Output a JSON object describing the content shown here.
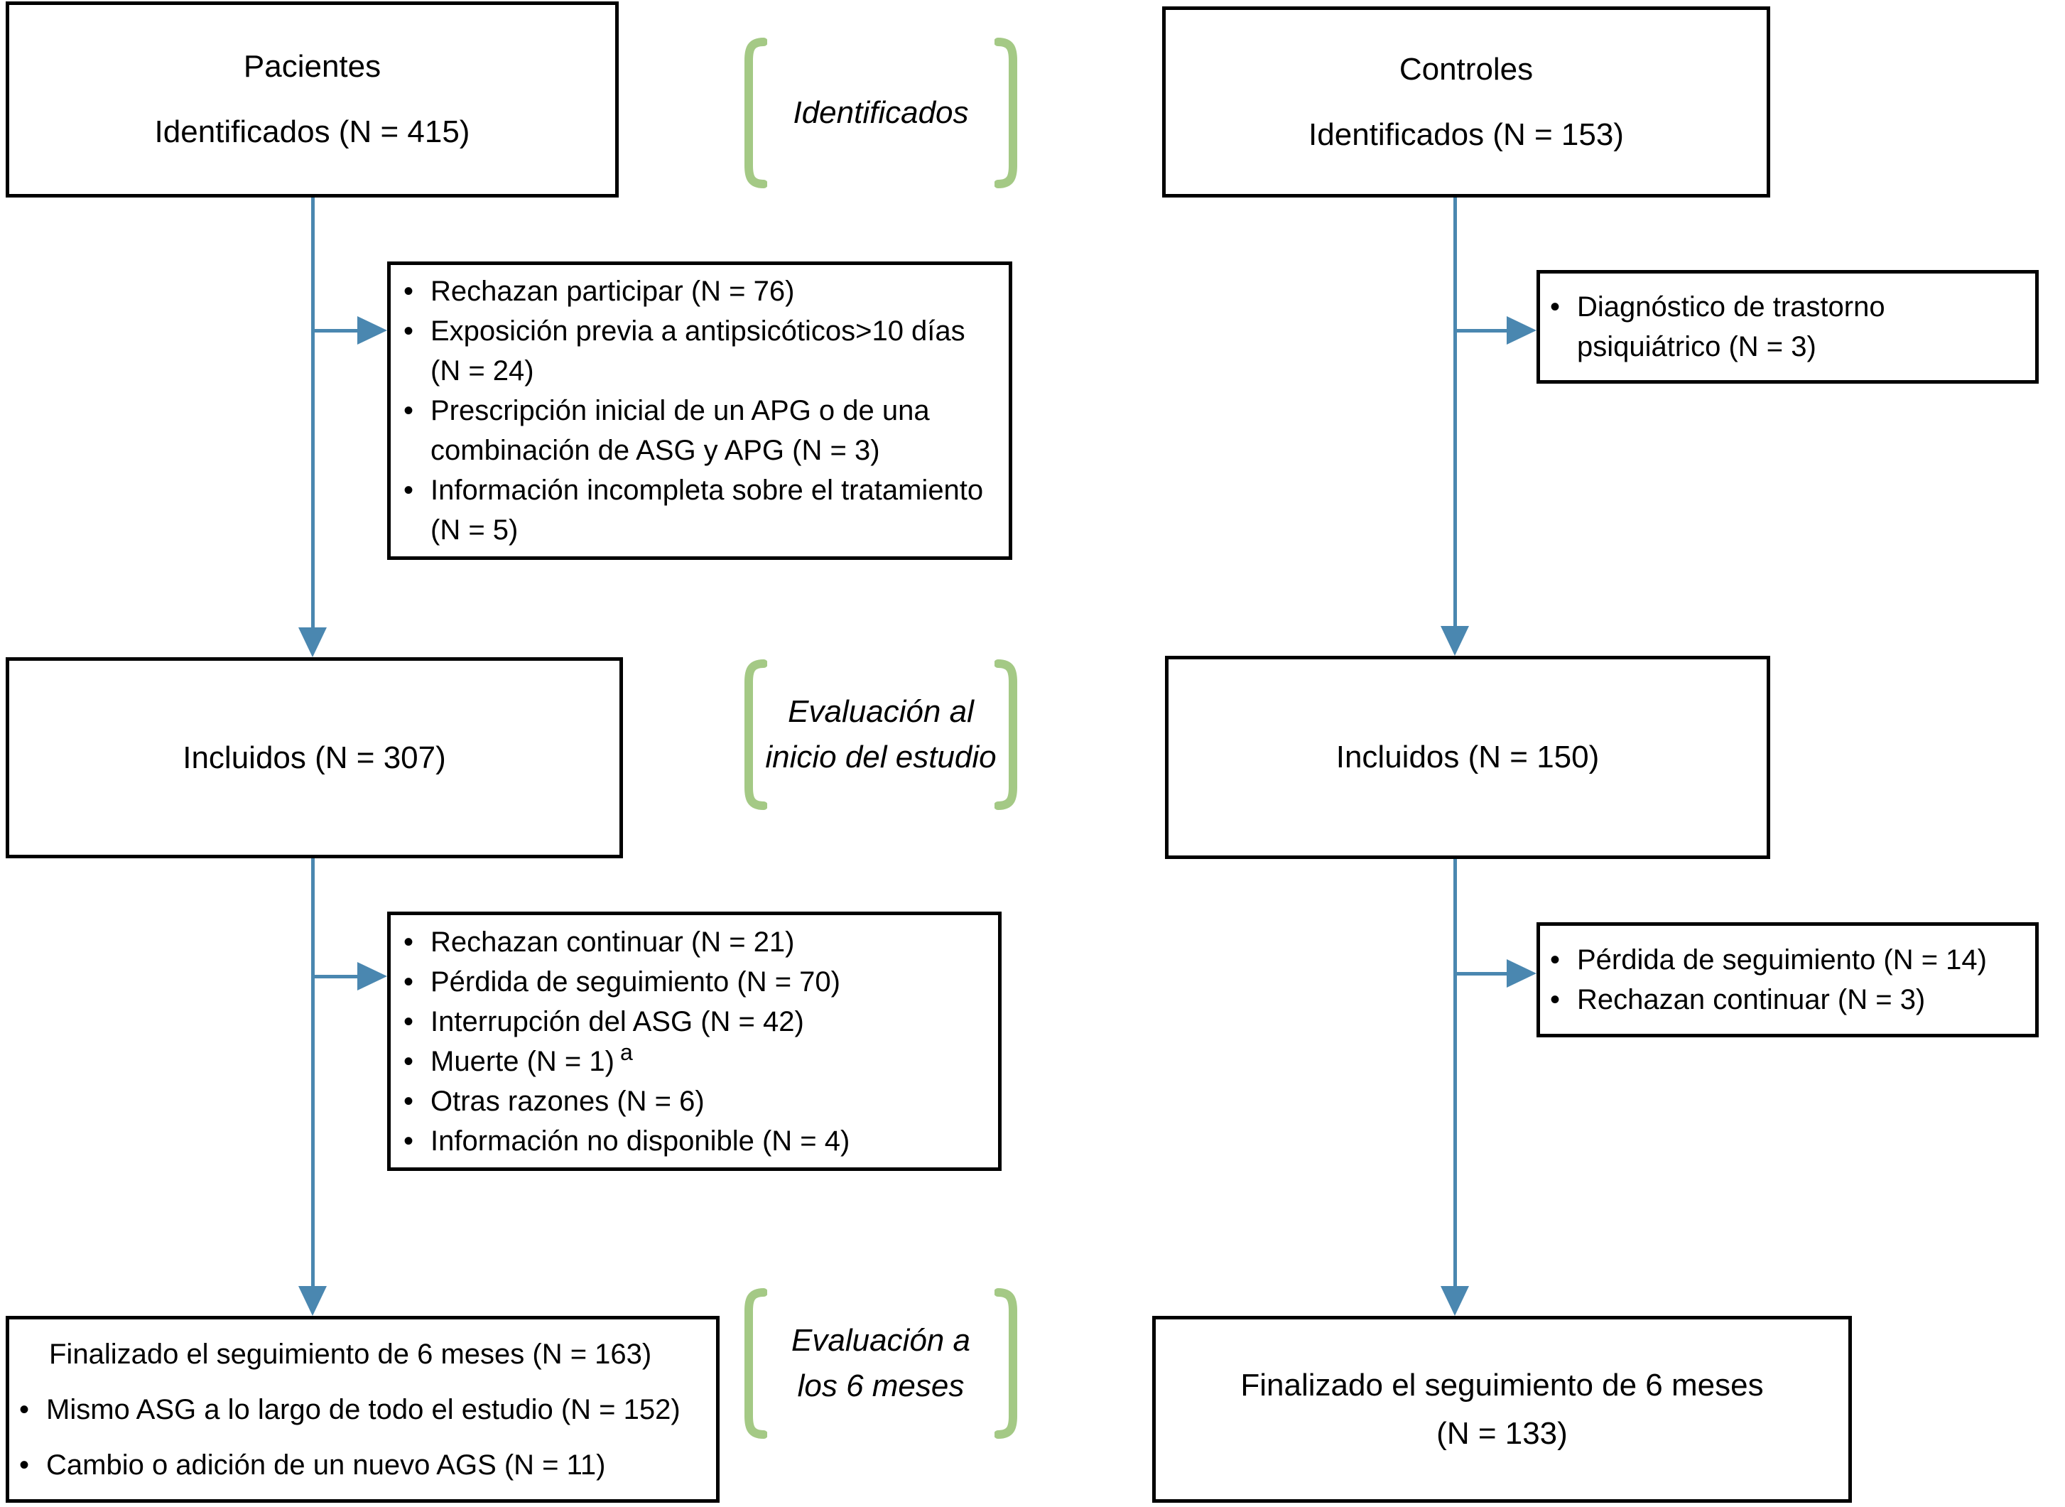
{
  "figure": {
    "type": "patient-flow-diagram",
    "language": "es"
  },
  "colors": {
    "arrow": "#4a87b0",
    "bracket": "#a4c985",
    "border": "#000000"
  },
  "stages": {
    "stage1_label": "Identificados",
    "stage2_label_line1": "Evaluación al",
    "stage2_label_line2": "inicio del estudio",
    "stage3_label_line1": "Evaluación a",
    "stage3_label_line2": "los 6 meses"
  },
  "patients": {
    "identified_line1": "Pacientes",
    "identified_line2": "Identificados (N = 415)",
    "excluded_initial": {
      "items": [
        "Rechazan participar (N = 76)",
        "Exposición previa a antipsicóticos>10 días (N = 24)",
        "Prescripción inicial de un APG o de una combinación de ASG y APG (N = 3)",
        "Información incompleta sobre el tratamiento (N = 5)"
      ]
    },
    "included": "Incluidos (N = 307)",
    "excluded_followup": {
      "items": [
        "Rechazan continuar (N = 21)",
        "Pérdida de seguimiento (N = 70)",
        "Interrupción del ASG (N = 42)",
        "Muerte (N = 1)",
        "Otras razones (N = 6)",
        "Información no disponible (N = 4)"
      ],
      "superscript": "a"
    },
    "completed_header": "Finalizado el seguimiento de 6 meses (N = 163)",
    "completed_items": [
      "Mismo ASG a lo largo de todo el estudio (N = 152)",
      "Cambio o adición de un nuevo AGS (N = 11)"
    ]
  },
  "controls": {
    "identified_line1": "Controles",
    "identified_line2": "Identificados (N = 153)",
    "excluded_initial": {
      "items": [
        "Diagnóstico de trastorno psiquiátrico (N = 3)"
      ]
    },
    "included": "Incluidos (N = 150)",
    "excluded_followup": {
      "items": [
        "Pérdida de seguimiento (N = 14)",
        "Rechazan continuar (N = 3)"
      ]
    },
    "completed_line1": "Finalizado el seguimiento de 6 meses",
    "completed_line2": "(N = 133)"
  }
}
